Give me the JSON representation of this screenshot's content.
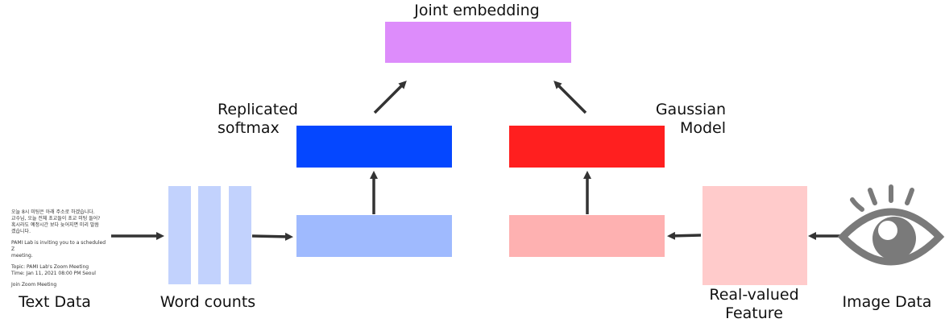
{
  "colors": {
    "joint": "#dd8cfb",
    "softmax": "#0547ff",
    "word_hidden": "#9fbafe",
    "word_counts": "#c2d2fd",
    "gaussian": "#ff1f1f",
    "image_hidden": "#feb1b1",
    "feature": "#ffcbcb",
    "arrow": "#333333",
    "eye": "#7a7a7a"
  },
  "labels": {
    "joint_embedding": "Joint embedding",
    "replicated_line1": "Replicated",
    "replicated_line2": "softmax",
    "gaussian_line1": "Gaussian",
    "gaussian_line2": "Model",
    "text_data": "Text Data",
    "word_counts": "Word counts",
    "real_valued_line1": "Real-valued",
    "real_valued_line2": "Feature",
    "image_data": "Image Data"
  },
  "icons": {
    "eye": "eye-icon"
  },
  "document_text": {
    "para1_line1": "오늘 8시 미팅은 아래 주소로 하겠습니다.",
    "para1_line2": "교수님, 오늘 전체 초교들이 초교 미팅 들어?",
    "para1_line3": "혹시라도 예정시간 보다 늦어지면 미리 말씀",
    "para1_line4": "겠습니다.",
    "para2_line1": "PAMI Lab is inviting you to a scheduled Z",
    "para2_line2": "meeting.",
    "para3_line1": "Topic: PAMI Lab's Zoom Meeting",
    "para3_line2": "Time: Jan 11, 2021 08:00 PM Seoul",
    "para4_line1": "Join Zoom Meeting"
  }
}
